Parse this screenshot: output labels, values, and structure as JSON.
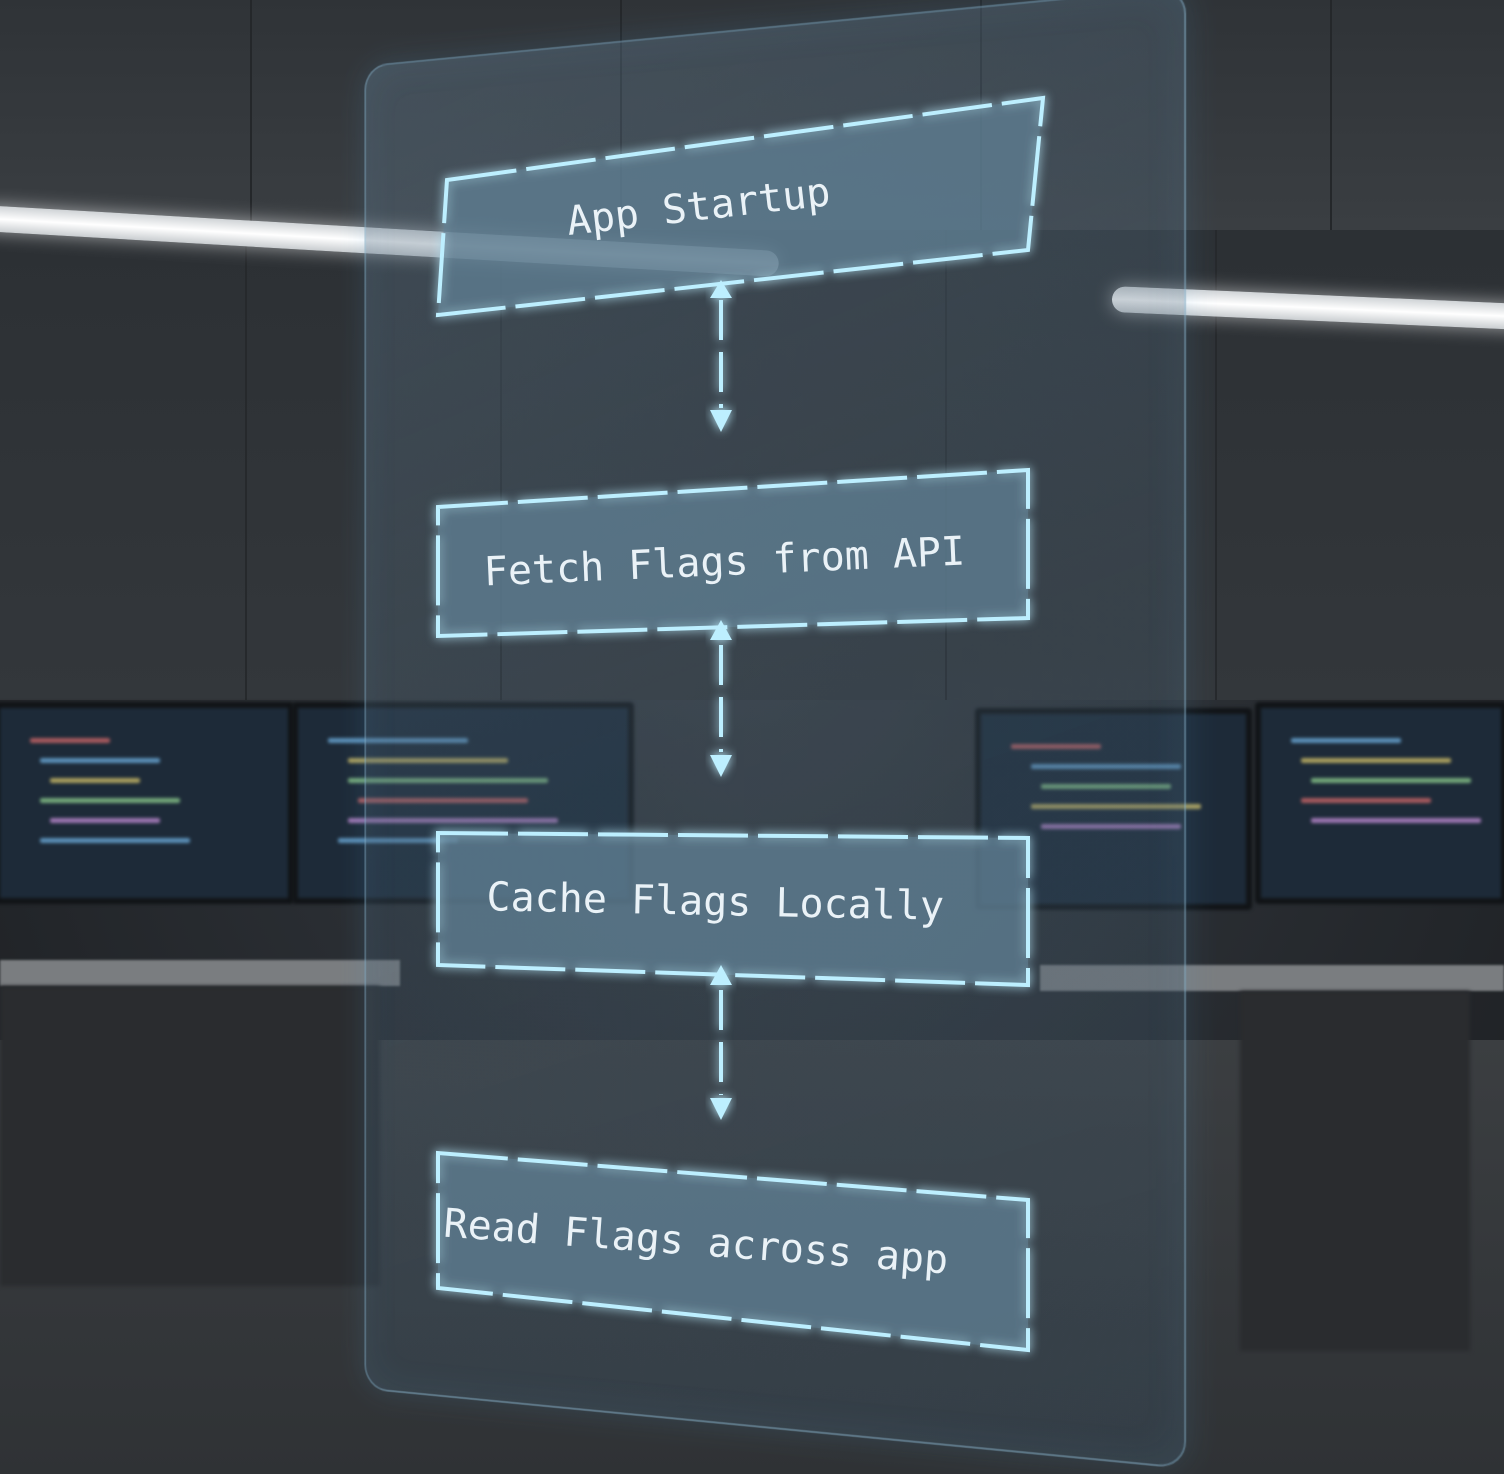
{
  "diagram": {
    "nodes": [
      {
        "id": "app-startup",
        "label": "App Startup"
      },
      {
        "id": "fetch-flags",
        "label": "Fetch Flags from API"
      },
      {
        "id": "cache-flags",
        "label": "Cache Flags Locally"
      },
      {
        "id": "read-flags",
        "label": "Read Flags across app"
      }
    ],
    "edges": [
      {
        "from": "app-startup",
        "to": "fetch-flags",
        "style": "dashed-bidirectional"
      },
      {
        "from": "fetch-flags",
        "to": "cache-flags",
        "style": "dashed-bidirectional"
      },
      {
        "from": "cache-flags",
        "to": "read-flags",
        "style": "dashed-bidirectional"
      }
    ]
  },
  "colors": {
    "glow": "#5fd4ff",
    "stroke": "#bdefff",
    "box_fill": "#5f7f93",
    "text": "#eaf2f7"
  }
}
